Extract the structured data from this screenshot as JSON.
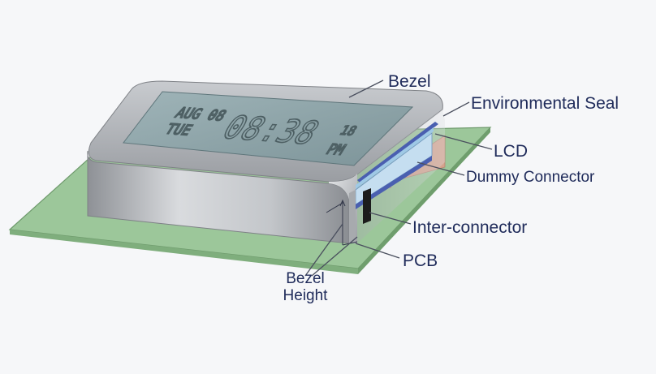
{
  "labels": {
    "bezel": "Bezel",
    "environmental_seal": "Environmental Seal",
    "lcd": "LCD",
    "dummy_connector": "Dummy Connector",
    "inter_connector": "Inter-connector",
    "pcb": "PCB",
    "bezel_height_line1": "Bezel",
    "bezel_height_line2": "Height"
  },
  "lcd_display": {
    "date": "AUG 08",
    "day": "TUE",
    "time": "08:38",
    "seconds": "18",
    "meridiem": "PM"
  },
  "colors": {
    "pcb": "#9cc79a",
    "bezel": "#b9bcc0",
    "lcd": "#8fa6ab",
    "seal": "#4a5fb0",
    "dummy_connector": "#d6a38e",
    "label": "#1f2b5a"
  }
}
